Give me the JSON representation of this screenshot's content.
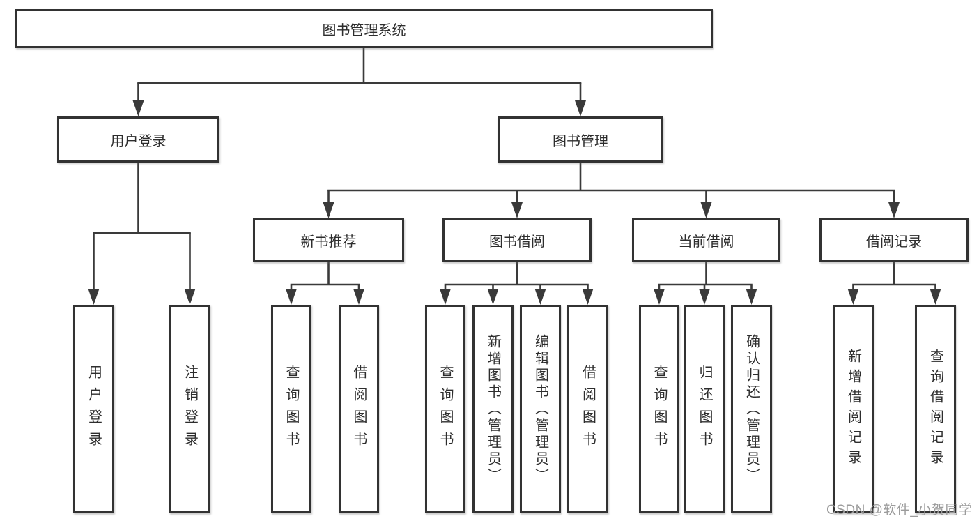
{
  "diagram": {
    "title": "图书管理系统",
    "watermark": "CSDN @软件_小贺同学",
    "nodes": {
      "root": "图书管理系统",
      "user_login": "用户登录",
      "book_mgmt": "图书管理",
      "new_books": "新书推荐",
      "book_borrow": "图书借阅",
      "current_borrow": "当前借阅",
      "borrow_records": "借阅记录",
      "ul_login": "用户登录",
      "ul_logout": "注销登录",
      "nb_query": "查询图书",
      "nb_borrow": "借阅图书",
      "bb_query": "查询图书",
      "bb_add": "新增图书（管理员）",
      "bb_edit": "编辑图书（管理员）",
      "bb_borrow": "借阅图书",
      "cb_query": "查询图书",
      "cb_return": "归还图书",
      "cb_confirm": "确认归还（管理员）",
      "br_add": "新增借阅记录",
      "br_query": "查询借阅记录"
    },
    "hierarchy": [
      {
        "parent": "图书管理系统",
        "children": [
          "用户登录",
          "图书管理"
        ]
      },
      {
        "parent": "用户登录",
        "children": [
          "用户登录",
          "注销登录"
        ]
      },
      {
        "parent": "图书管理",
        "children": [
          "新书推荐",
          "图书借阅",
          "当前借阅",
          "借阅记录"
        ]
      },
      {
        "parent": "新书推荐",
        "children": [
          "查询图书",
          "借阅图书"
        ]
      },
      {
        "parent": "图书借阅",
        "children": [
          "查询图书",
          "新增图书（管理员）",
          "编辑图书（管理员）",
          "借阅图书"
        ]
      },
      {
        "parent": "当前借阅",
        "children": [
          "查询图书",
          "归还图书",
          "确认归还（管理员）"
        ]
      },
      {
        "parent": "借阅记录",
        "children": [
          "新增借阅记录",
          "查询借阅记录"
        ]
      }
    ],
    "colors": {
      "line": "#3a3a3a",
      "box_border": "#323232",
      "text": "#2d2d2d",
      "watermark": "#9b9b9b",
      "background": "#ffffff"
    }
  }
}
